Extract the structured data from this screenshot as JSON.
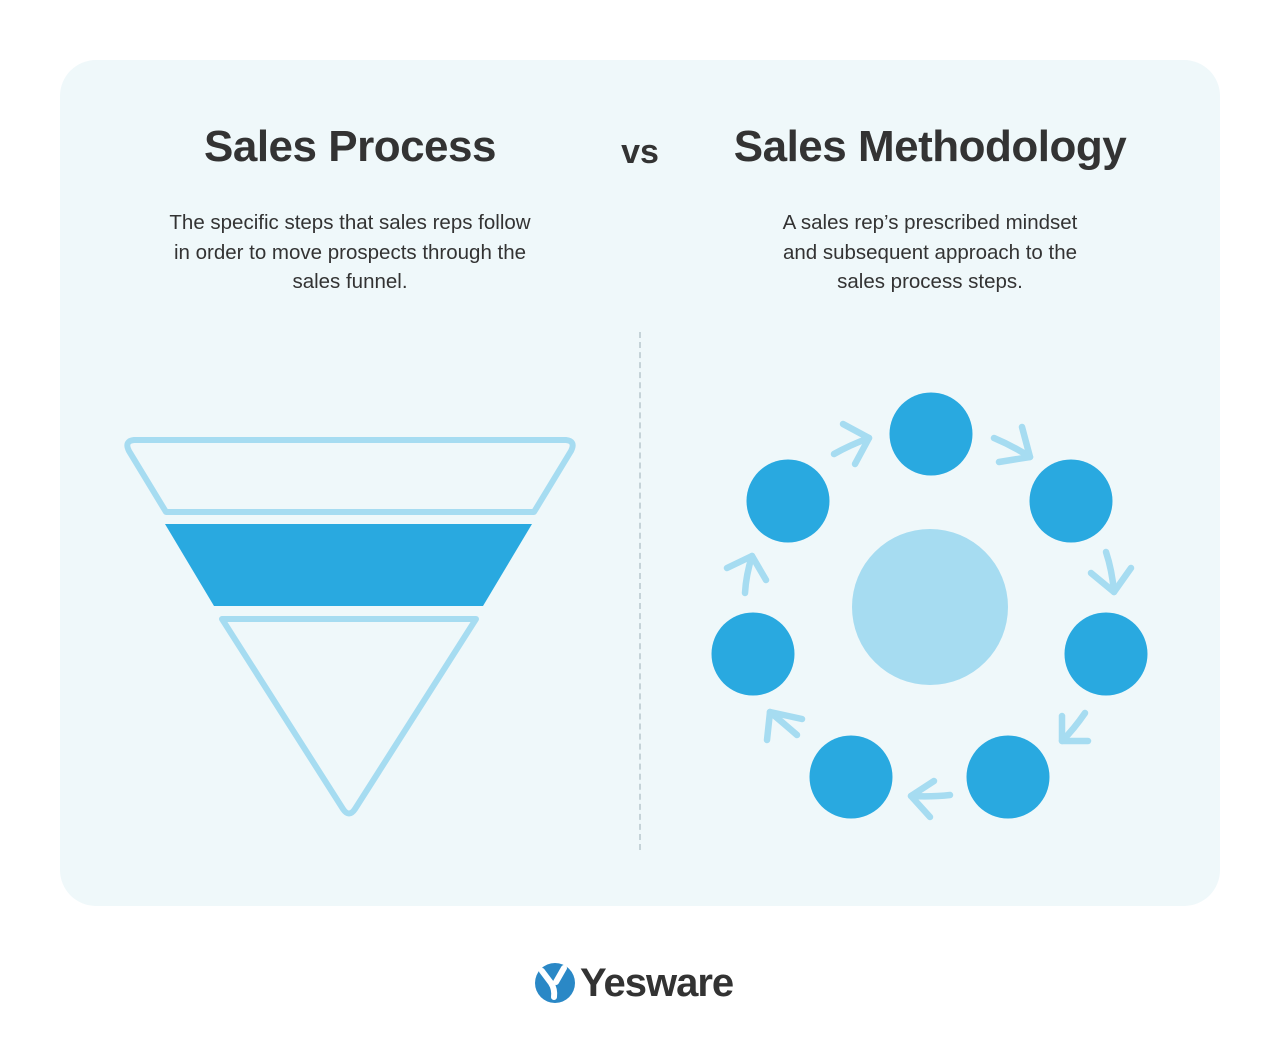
{
  "left": {
    "title": "Sales Process",
    "description": "The specific steps that sales reps follow in order to move prospects through the sales funnel."
  },
  "vs_label": "vs",
  "right": {
    "title": "Sales Methodology",
    "description": "A sales rep’s prescribed mindset and subsequent approach to the sales process steps."
  },
  "brand": {
    "name": "Yesware",
    "icon": "yesware-y-logo-icon"
  },
  "colors": {
    "card_background": "#eff8fa",
    "primary_blue": "#29a9e0",
    "light_blue": "#a6dcf1",
    "heading_text": "#333333",
    "divider": "#c5d3d8",
    "logo_blue": "#2a88c6"
  },
  "funnel": {
    "stages": 3,
    "highlighted_stage": 2
  },
  "cycle": {
    "outer_nodes": 7,
    "arrows": 7,
    "direction": "clockwise"
  }
}
